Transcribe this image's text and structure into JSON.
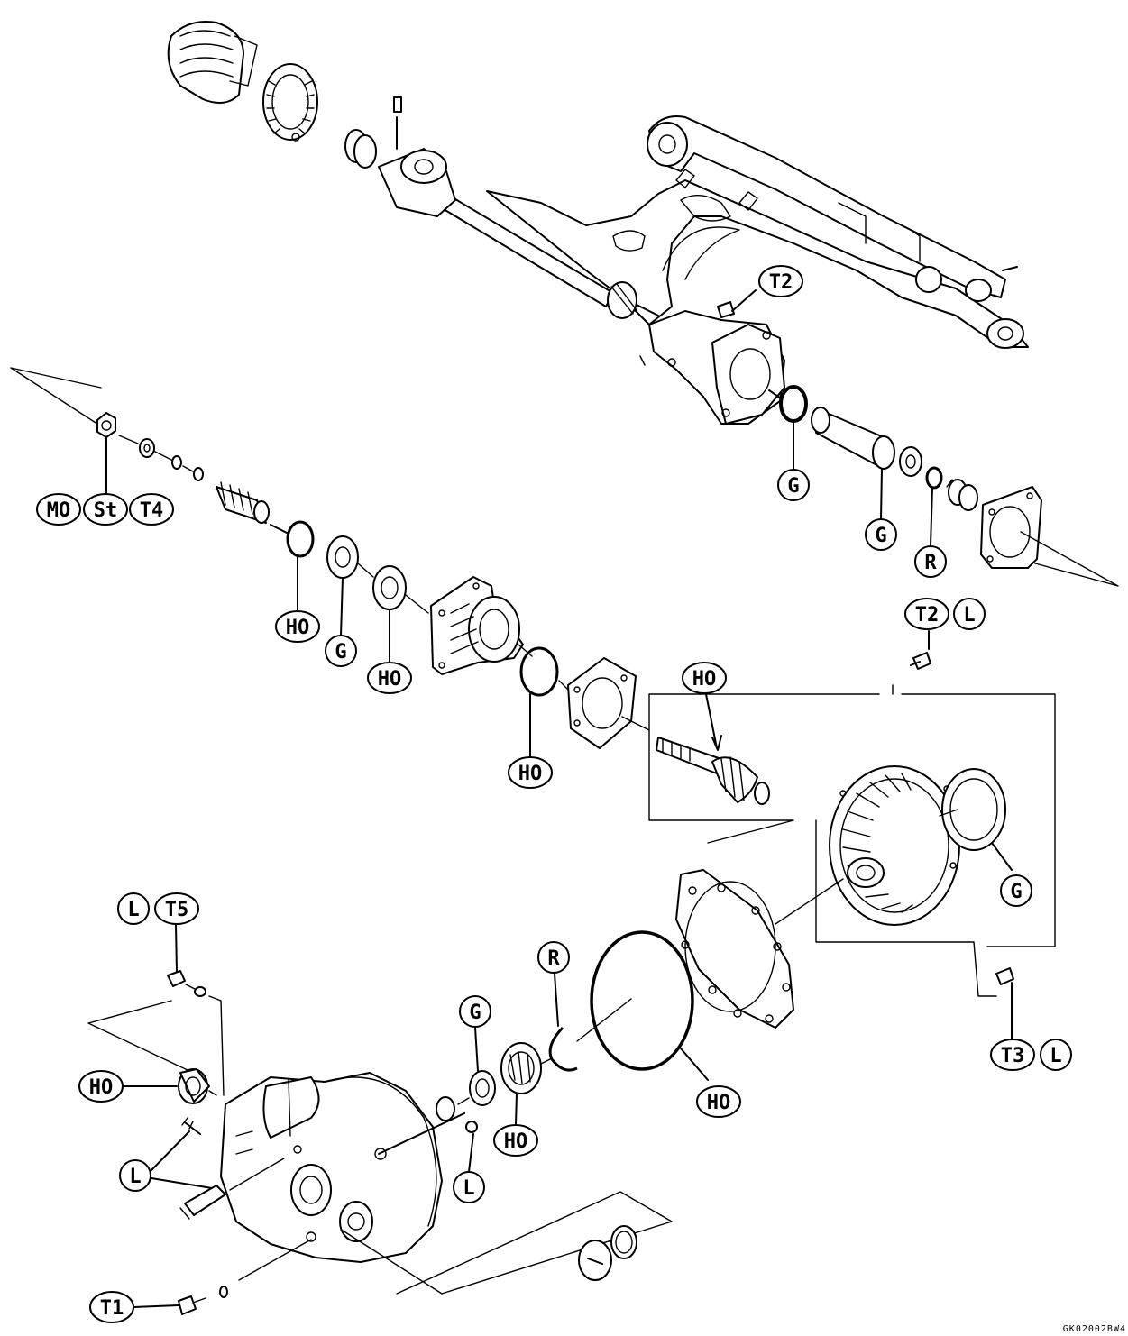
{
  "drawing_code": "GK02002BW4",
  "labels": {
    "mo": "MO",
    "st": "St",
    "t4_nut": "T4",
    "t2_top": "T2",
    "g_coupling": "G",
    "g_sleeve": "G",
    "r_top": "R",
    "ho_oring_a": "HO",
    "g_seal_a": "G",
    "ho_bearing_a": "HO",
    "ho_oring_b": "HO",
    "ho_pinion": "HO",
    "t2_bolt": "T2",
    "l_bolt_top": "L",
    "g_ringseal": "G",
    "t3_bolt": "T3",
    "l_bolt_bottom": "L",
    "l_left": "L",
    "t5_left": "T5",
    "ho_left": "HO",
    "g_bottom": "G",
    "r_bottom": "R",
    "ho_bigoring": "HO",
    "ho_needle": "HO",
    "l_case": "L",
    "l_stud": "L",
    "t1_drain": "T1"
  }
}
